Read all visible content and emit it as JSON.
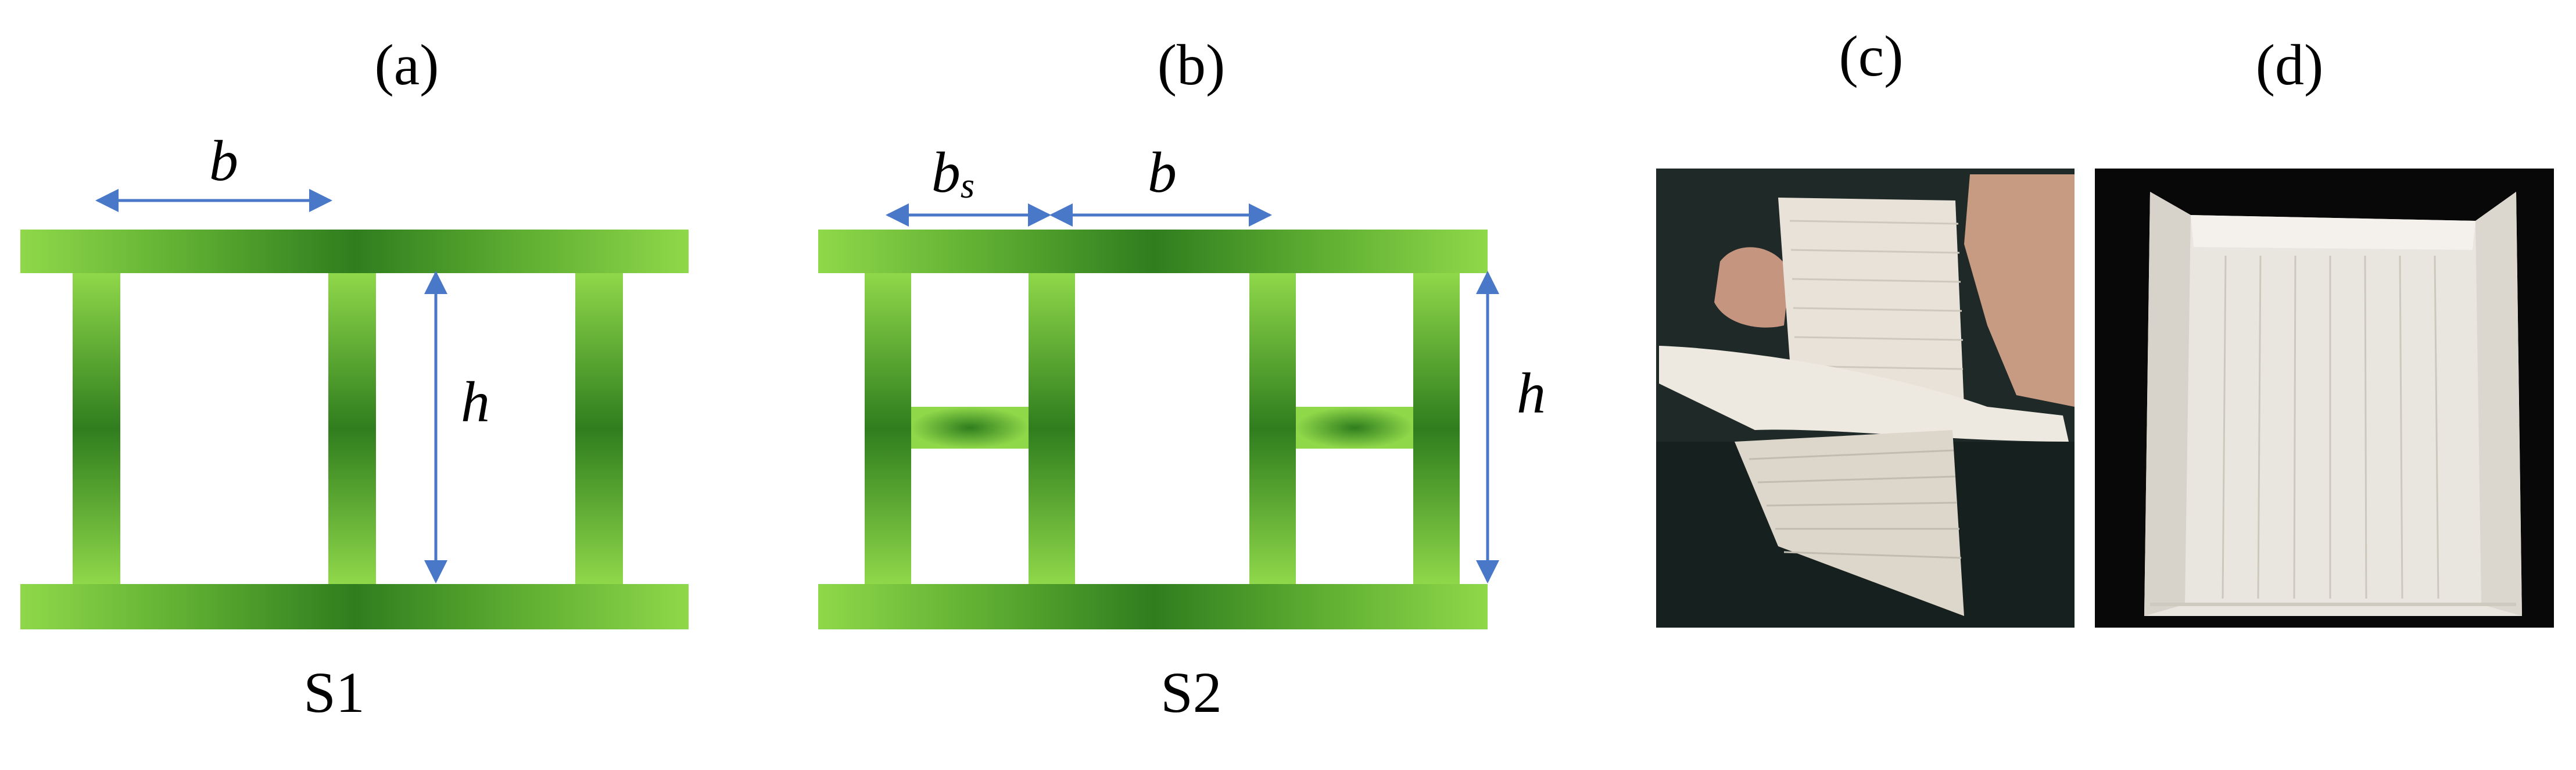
{
  "panels": {
    "a": "(a)",
    "b": "(b)",
    "c": "(c)",
    "d": "(d)"
  },
  "diagram_a": {
    "width_label": "b",
    "height_label": "h",
    "name": "S1"
  },
  "diagram_b": {
    "sub_width_label": "b",
    "sub_width_subscript": "s",
    "width_label": "b",
    "height_label": "h",
    "name": "S2"
  },
  "colors": {
    "beam_light": "#8fd84a",
    "beam_dark": "#2f7d1e",
    "dimension_arrow": "#4a78c8"
  }
}
